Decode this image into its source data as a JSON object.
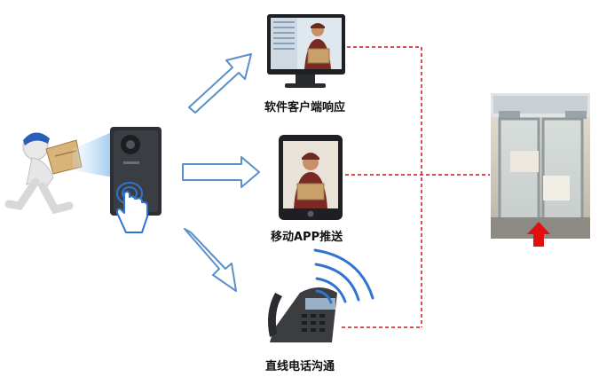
{
  "labels": {
    "software_client": "软件客户端响应",
    "mobile_app": "移动APP推送",
    "phone_line": "直线电话沟通"
  },
  "icons": [
    "delivery-person-icon",
    "door-intercom-icon",
    "touch-hand-icon",
    "desktop-monitor-icon",
    "tablet-icon",
    "desk-phone-icon",
    "automatic-door-icon",
    "arrow-up-icon"
  ],
  "colors": {
    "arrow_outline": "#5a8fc8",
    "dashed_line": "#d0141a",
    "door_arrow": "#e01010",
    "text": "#111111"
  }
}
